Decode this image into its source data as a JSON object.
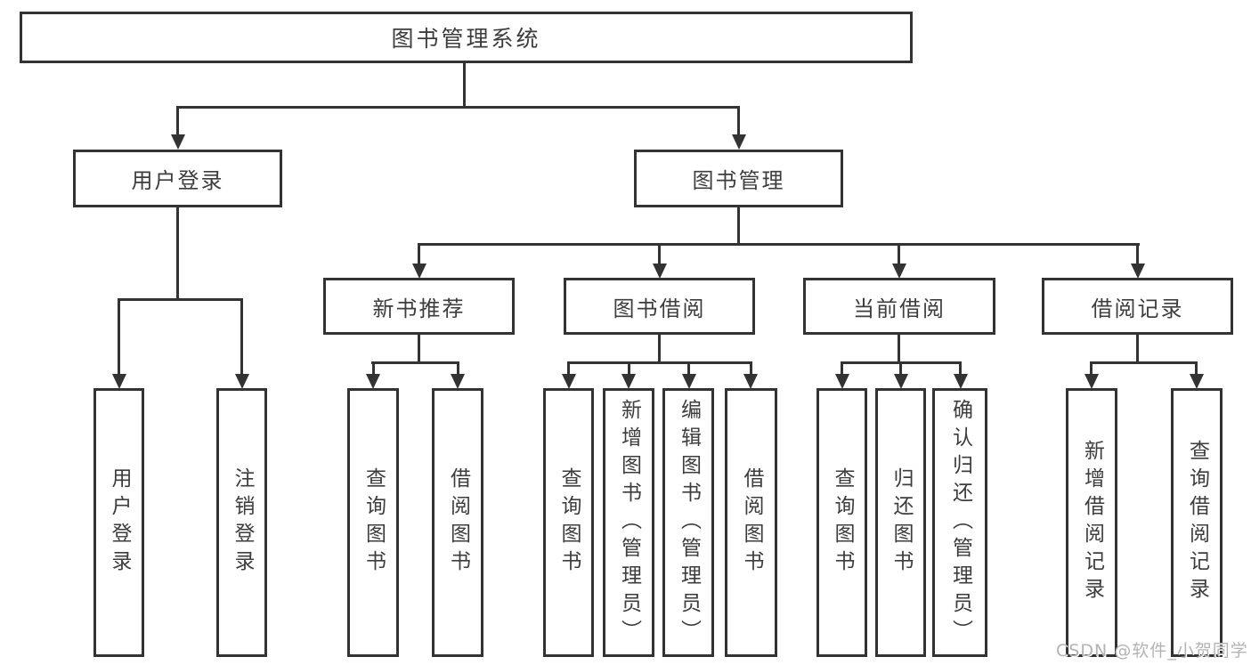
{
  "diagram_title": "图书管理系统",
  "nodes": {
    "root": "图书管理系统",
    "user_login": "用户登录",
    "book_management": "图书管理",
    "new_book_recommend": "新书推荐",
    "book_borrow": "图书借阅",
    "current_borrow": "当前借阅",
    "borrow_records": "借阅记录",
    "leaf_user_login": "用户登录",
    "leaf_logout": "注销登录",
    "nb_query_book": "查询图书",
    "nb_borrow_book": "借阅图书",
    "bb_query_book": "查询图书",
    "bb_add_book_admin": "新增图书（管理员）",
    "bb_edit_book_admin": "编辑图书（管理员）",
    "bb_borrow_book": "借阅图书",
    "cb_query_book": "查询图书",
    "cb_return_book": "归还图书",
    "cb_confirm_return_admin": "确认归还（管理员）",
    "br_add_record": "新增借阅记录",
    "br_query_record": "查询借阅记录"
  },
  "watermark": "CSDN @软件_小贺同学",
  "colors": {
    "line": "#333333",
    "text": "#3d3d3d",
    "watermark": "#b3b3b3",
    "background": "#ffffff"
  }
}
